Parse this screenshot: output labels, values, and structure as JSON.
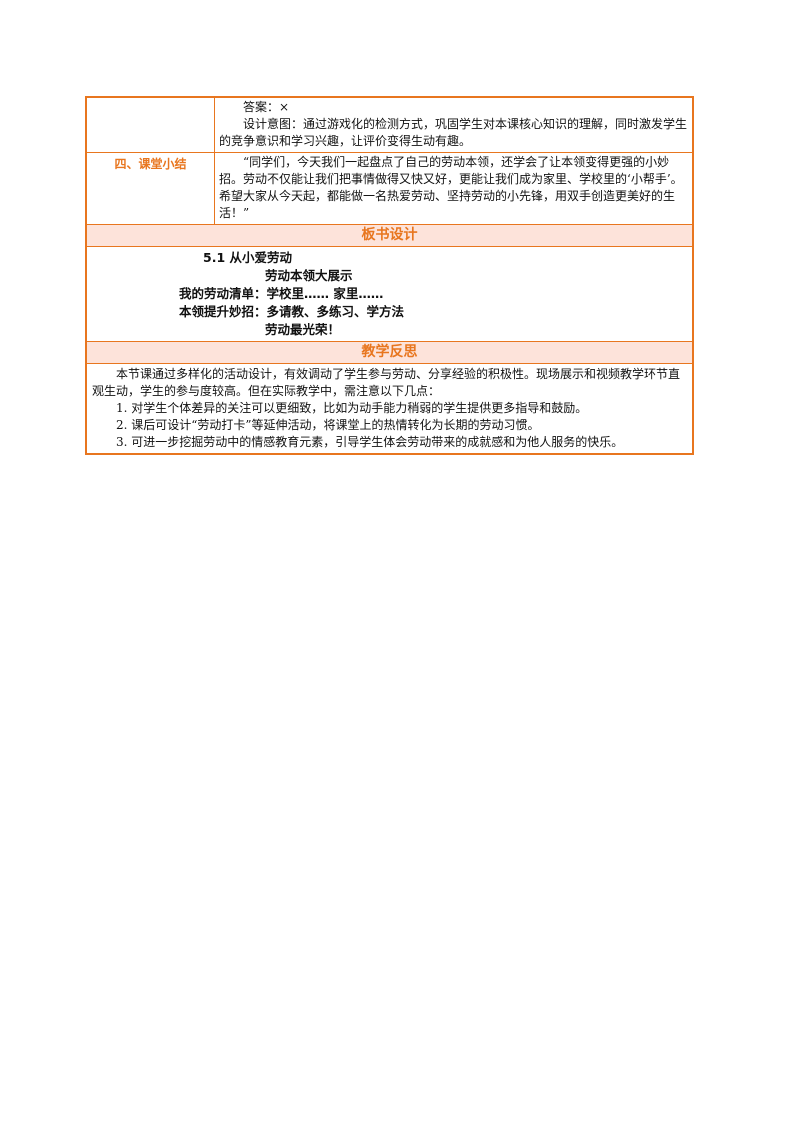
{
  "top_row": {
    "answer": "答案：×",
    "design_intent": "设计意图：通过游戏化的检测方式，巩固学生对本课核心知识的理解，同时激发学生的竞争意识和学习兴趣，让评价变得生动有趣。"
  },
  "summary_row": {
    "label": "四、课堂小结",
    "text": "“同学们，今天我们一起盘点了自己的劳动本领，还学会了让本领变得更强的小妙招。劳动不仅能让我们把事情做得又快又好，更能让我们成为家里、学校里的‘小帮手’。希望大家从今天起，都能做一名热爱劳动、坚持劳动的小先锋，用双手创造更美好的生活！”"
  },
  "board": {
    "heading": "板书设计",
    "lines": [
      "5.1  从小爱劳动",
      "劳动本领大展示",
      "我的劳动清单：学校里……  家里……",
      "本领提升妙招：多请教、多练习、学方法",
      "劳动最光荣！"
    ]
  },
  "reflection": {
    "heading": "教学反思",
    "intro": "本节课通过多样化的活动设计，有效调动了学生参与劳动、分享经验的积极性。现场展示和视频教学环节直观生动，学生的参与度较高。但在实际教学中，需注意以下几点：",
    "points": [
      "1. 对学生个体差异的关注可以更细致，比如为动手能力稍弱的学生提供更多指导和鼓励。",
      "2. 课后可设计“劳动打卡”等延伸活动，将课堂上的热情转化为长期的劳动习惯。",
      "3. 可进一步挖掘劳动中的情感教育元素，引导学生体会劳动带来的成就感和为他人服务的快乐。"
    ]
  },
  "colors": {
    "border": "#e8761f",
    "band_bg": "#fde3da",
    "accent_text": "#e8761f"
  }
}
